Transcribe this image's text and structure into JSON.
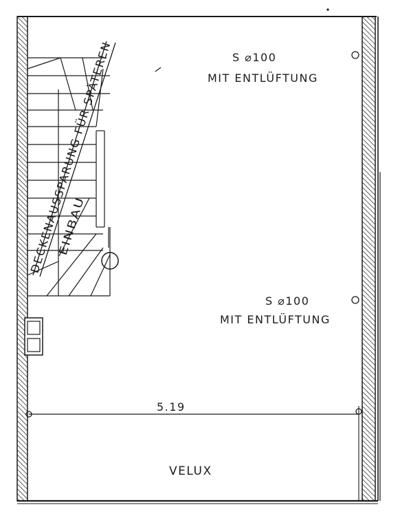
{
  "drawing": {
    "pipe_1": {
      "size": "S ⌀100",
      "note": "MIT ENTLÜFTUNG"
    },
    "pipe_2": {
      "size": "S ⌀100",
      "note": "MIT ENTLÜFTUNG"
    },
    "stair_opening": {
      "line_1": "DECKENAUSSPARUNG FÜR SPÄTEREN",
      "line_2": "EINBAU"
    },
    "dimension": "5.19",
    "skylight": "VELUX"
  },
  "colors": {
    "ink": "#1a1a1a",
    "paper": "#ffffff"
  }
}
